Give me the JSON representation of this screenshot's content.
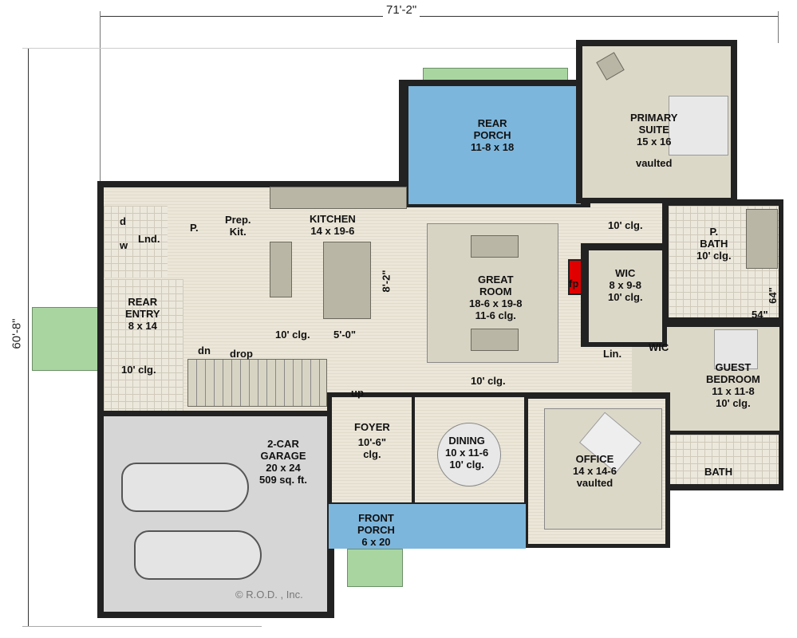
{
  "dimensions": {
    "width": "71'-2\"",
    "depth": "60'-8\""
  },
  "rooms": {
    "primary_suite": {
      "name": "PRIMARY SUITE",
      "l1": "PRIMARY",
      "l2": "SUITE",
      "size": "15 x 16",
      "ceiling": "vaulted"
    },
    "rear_porch": {
      "l1": "REAR",
      "l2": "PORCH",
      "size": "11-8 x 18"
    },
    "kitchen": {
      "name": "KITCHEN",
      "size": "14 x 19-6",
      "ceiling": "10' clg.",
      "island_length": "8'-2\"",
      "aisle": "5'-0\""
    },
    "prep_kitchen": {
      "l1": "Prep.",
      "l2": "Kit."
    },
    "pantry": {
      "name": "P."
    },
    "laundry": {
      "name": "Lnd.",
      "dryer": "d",
      "washer": "w"
    },
    "rear_entry": {
      "l1": "REAR",
      "l2": "ENTRY",
      "size": "8 x 14",
      "ceiling": "10' clg."
    },
    "stairs": {
      "down": "dn",
      "up": "up",
      "drop": "drop"
    },
    "great_room": {
      "l1": "GREAT",
      "l2": "ROOM",
      "size": "18-6 x 19-8",
      "ceiling": "11-6 clg.",
      "fireplace": "fp",
      "hall_ceiling": "10' clg."
    },
    "hall": {
      "ceiling": "10' clg."
    },
    "wic_primary": {
      "name": "WIC",
      "size": "8 x 9-8",
      "ceiling": "10' clg."
    },
    "primary_bath": {
      "l1": "P.",
      "l2": "BATH",
      "ceiling": "10' clg.",
      "shower_w": "54\"",
      "shower_d": "64\""
    },
    "linen": {
      "name": "Lin."
    },
    "wic_guest": {
      "name": "WIC"
    },
    "guest_bedroom": {
      "l1": "GUEST",
      "l2": "BEDROOM",
      "size": "11 x 11-8",
      "ceiling": "10' clg."
    },
    "bath": {
      "name": "BATH"
    },
    "garage": {
      "l1": "2-CAR",
      "l2": "GARAGE",
      "size": "20 x 24",
      "area": "509 sq. ft."
    },
    "foyer": {
      "name": "FOYER",
      "ceiling_l1": "10'-6\"",
      "ceiling_l2": "clg."
    },
    "dining": {
      "name": "DINING",
      "size": "10 x 11-6",
      "ceiling": "10' clg."
    },
    "office": {
      "name": "OFFICE",
      "size": "14 x 14-6",
      "ceiling": "vaulted"
    },
    "front_porch": {
      "l1": "FRONT",
      "l2": "PORCH",
      "size": "6 x 20"
    }
  },
  "copyright": "© R.O.D. , Inc.",
  "colors": {
    "porch": "#7db6dc",
    "fireplace": "#e00000",
    "lawn": "#a9d6a0",
    "garage": "#d6d6d6",
    "wall": "#222222"
  }
}
